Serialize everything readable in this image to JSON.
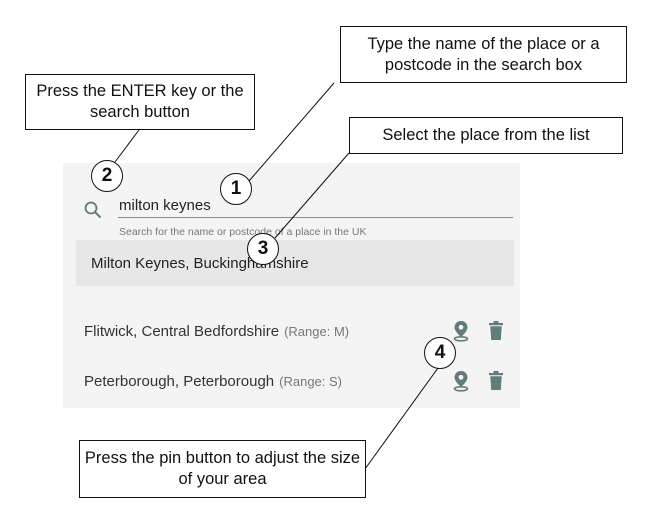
{
  "search": {
    "value": "milton keynes",
    "hint": "Search for the name or postcode of a place in the UK",
    "icon": "search-icon"
  },
  "results": [
    {
      "label": "Milton Keynes, Buckinghamshire"
    }
  ],
  "saved_places": [
    {
      "name": "Flitwick, Central Bedfordshire",
      "range": "(Range: M)"
    },
    {
      "name": "Peterborough, Peterborough",
      "range": "(Range: S)"
    }
  ],
  "annotations": {
    "callout_1": "Type the name of the place or a postcode in the search box",
    "callout_2": "Press the ENTER key or the search button",
    "callout_3": "Select the place from the list",
    "callout_4": "Press the pin button to adjust the size of your area",
    "badges": [
      "1",
      "2",
      "3",
      "4"
    ]
  },
  "colors": {
    "panel_bg": "#f4f4f4",
    "result_bg": "#e7e7e7",
    "icon": "#607d7b",
    "hint": "#777777"
  }
}
